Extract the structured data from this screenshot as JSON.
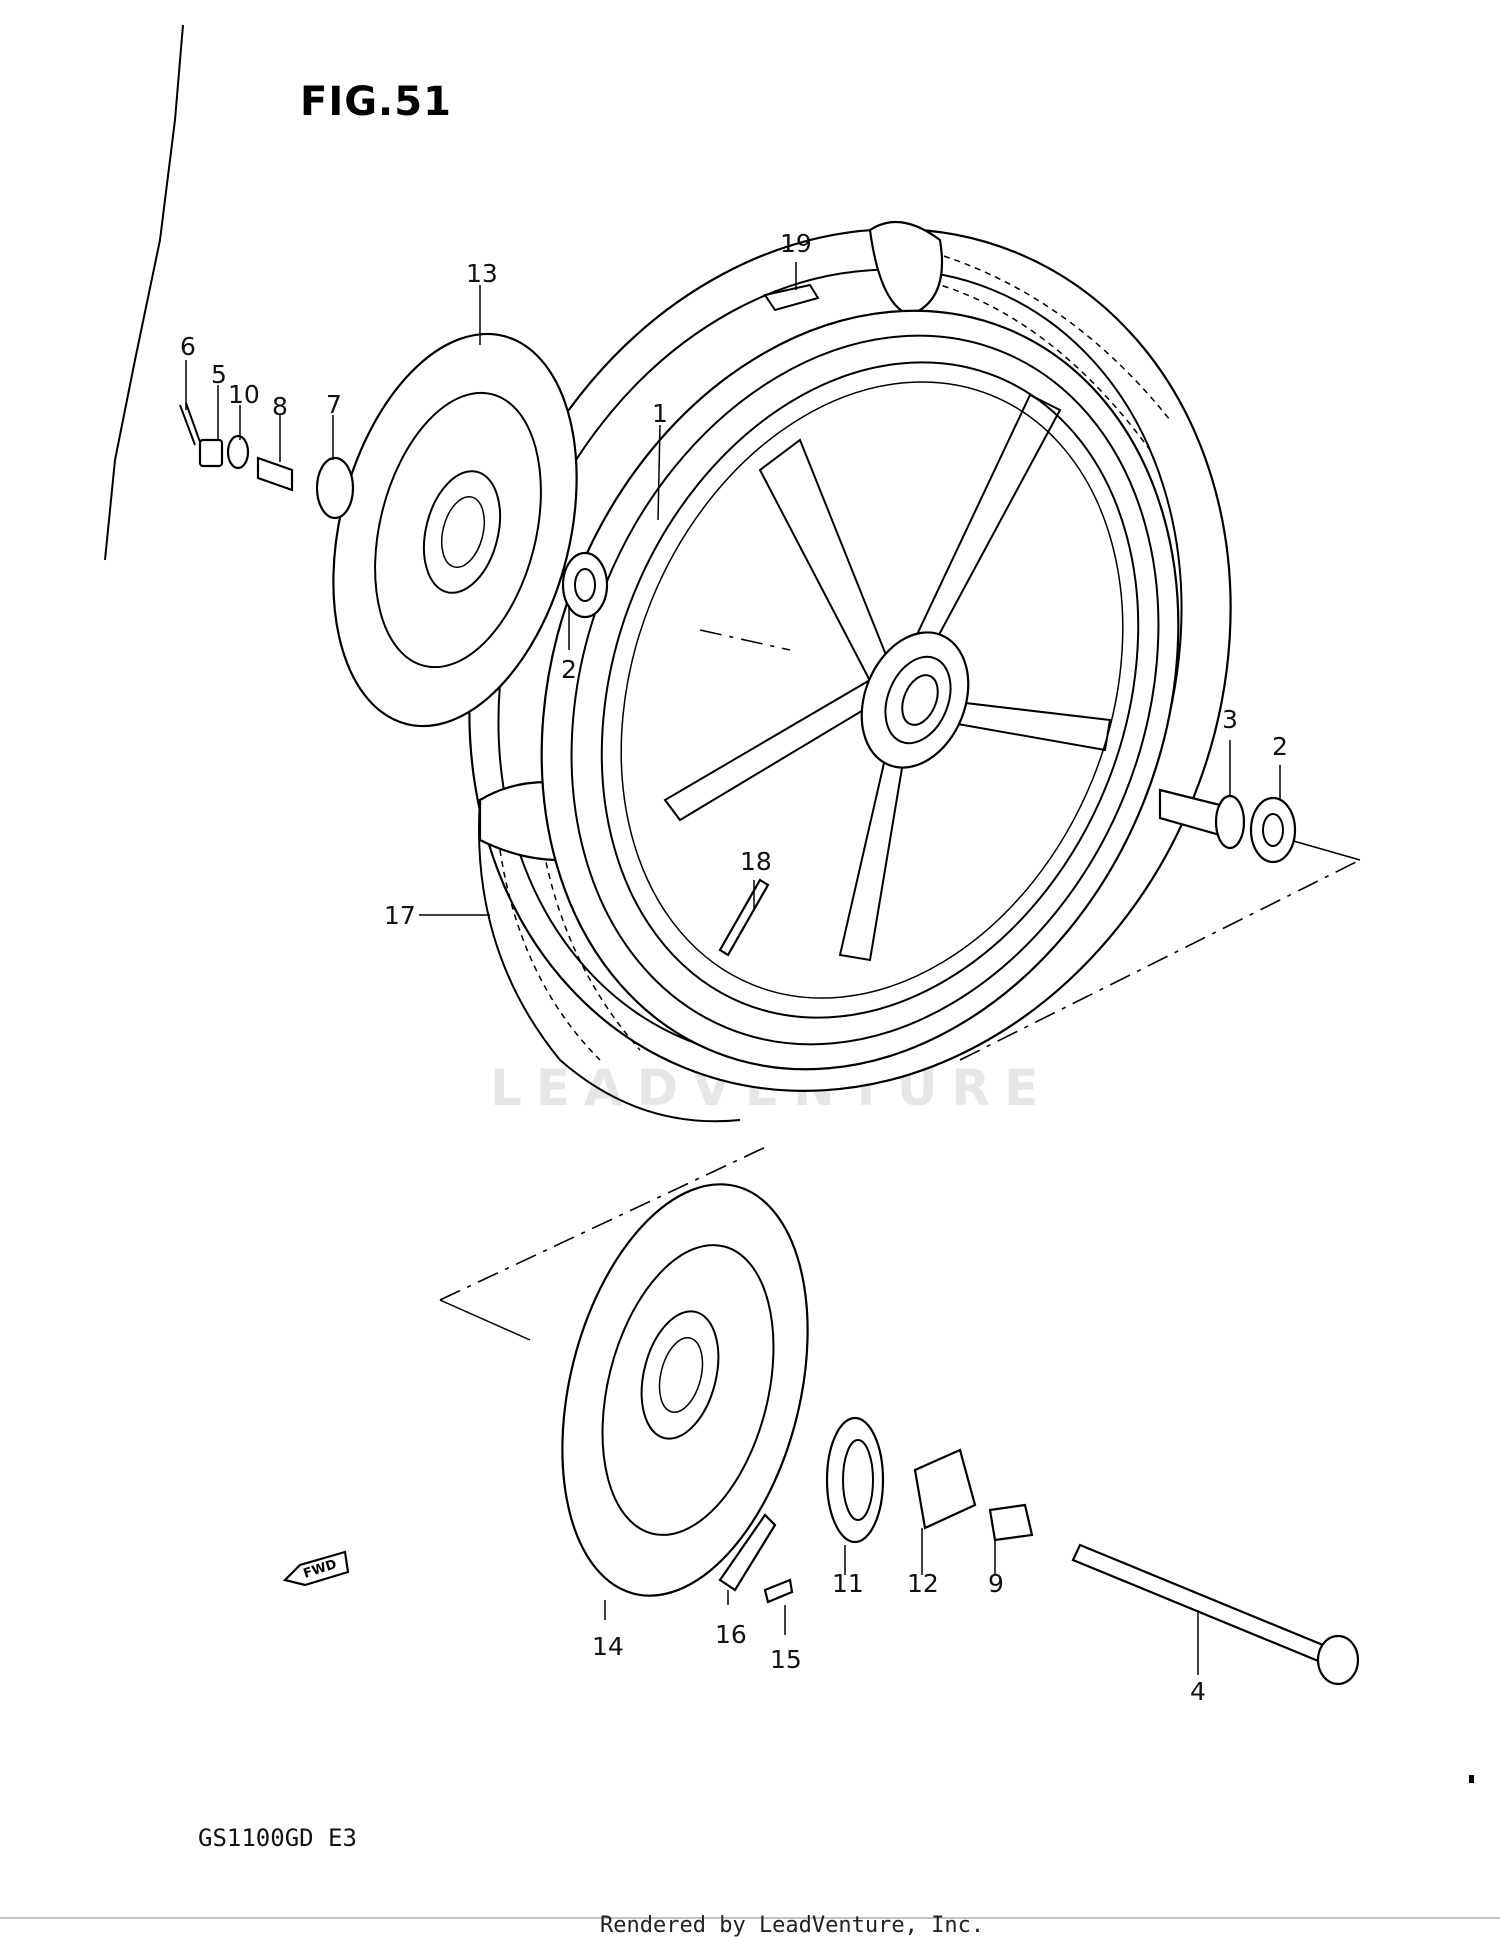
{
  "figure": {
    "title": "FIG.51"
  },
  "watermark": {
    "text": "LEADVENTURE"
  },
  "model_code": "GS1100GD  E3",
  "footer": {
    "rendered_by": "Rendered by LeadVenture, Inc."
  },
  "fwd_arrow": {
    "text": "FWD"
  },
  "callouts": {
    "p1": "1",
    "p2a": "2",
    "p2b": "2",
    "p3": "3",
    "p4": "4",
    "p5": "5",
    "p6": "6",
    "p7": "7",
    "p8": "8",
    "p9": "9",
    "p10": "10",
    "p11": "11",
    "p12": "12",
    "p13": "13",
    "p14": "14",
    "p15": "15",
    "p16": "16",
    "p17": "17",
    "p18": "18",
    "p19": "19"
  }
}
